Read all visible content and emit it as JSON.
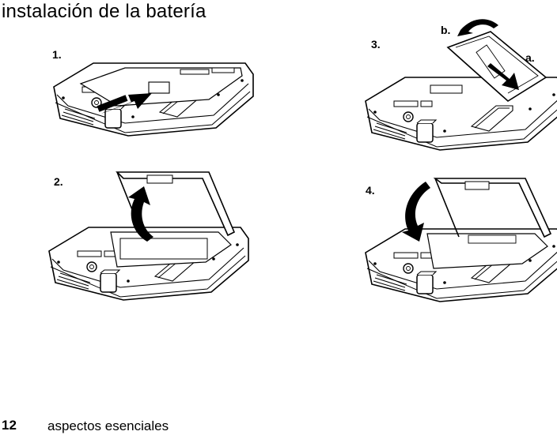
{
  "page": {
    "title": "instalación de la batería",
    "steps": [
      {
        "label": "1.",
        "icon": "phone-back-slide-cover-illustration"
      },
      {
        "label": "2.",
        "icon": "phone-lift-cover-illustration"
      },
      {
        "label": "3.",
        "icon": "phone-insert-battery-illustration",
        "sub_labels": [
          "a.",
          "b."
        ]
      },
      {
        "label": "4.",
        "icon": "phone-close-cover-illustration"
      }
    ]
  },
  "footer": {
    "page_number": "12",
    "section": "aspectos esenciales"
  }
}
